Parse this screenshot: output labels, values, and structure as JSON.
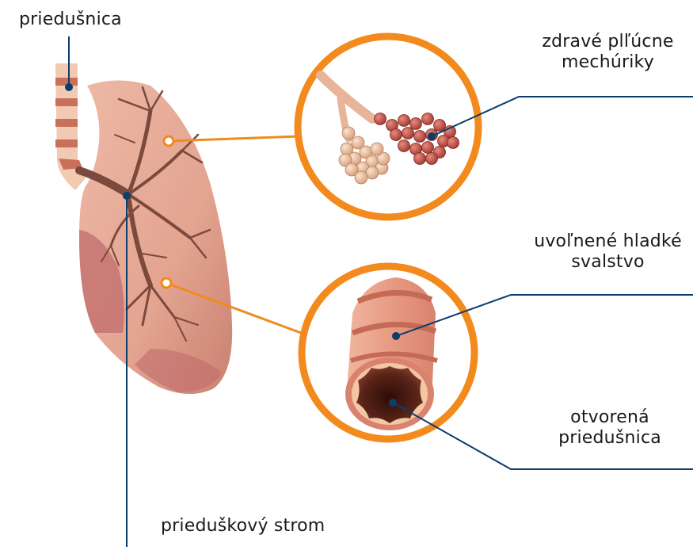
{
  "labels": {
    "trachea": "priedušnica",
    "healthy_alveoli": [
      "zdravé plľúcne",
      "mechúriky"
    ],
    "relaxed_muscle": [
      "uvoľnené hladké",
      "svalstvo"
    ],
    "open_bronchus": [
      "otvorená",
      "priedušnica"
    ],
    "bronchial_tree": "prieduškový strom"
  },
  "colors": {
    "leader_line": "#0c3d6b",
    "callout_ring": "#f28a1d",
    "lung_light": "#e7ad99",
    "lung_dark": "#c97a78",
    "bronchial_tree": "#7b4a3c",
    "trachea_ring": "#c46b56",
    "alveoli_healthy": "#e8c3a6",
    "alveoli_red": "#b8443e"
  }
}
